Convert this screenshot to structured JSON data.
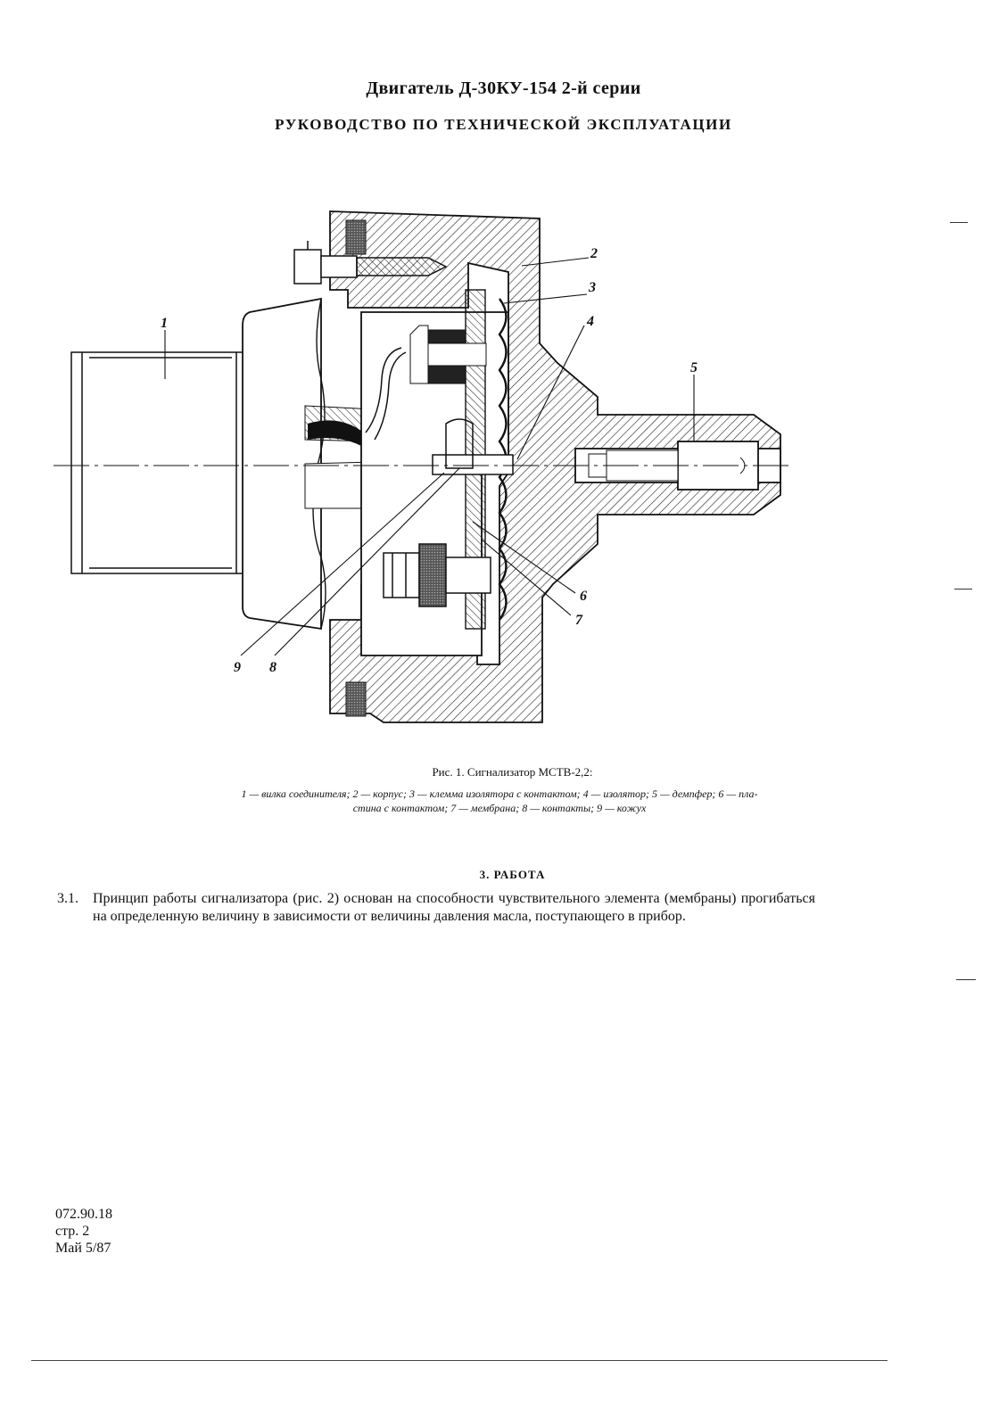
{
  "header": {
    "title": "Двигатель Д-30КУ-154 2-й серии",
    "subtitle": "РУКОВОДСТВО ПО ТЕХНИЧЕСКОЙ ЭКСПЛУАТАЦИИ"
  },
  "figure": {
    "callouts": [
      "1",
      "2",
      "3",
      "4",
      "5",
      "6",
      "7",
      "8",
      "9"
    ],
    "caption": "Рис. 1. Сигнализатор МСТВ-2,2:",
    "legend": [
      {
        "num": "1",
        "text": "вилка соединителя"
      },
      {
        "num": "2",
        "text": "корпус"
      },
      {
        "num": "3",
        "text": "клемма изолятора с контактом"
      },
      {
        "num": "4",
        "text": "изолятор"
      },
      {
        "num": "5",
        "text": "демпфер"
      },
      {
        "num": "6",
        "text": "пластина с контактом"
      },
      {
        "num": "7",
        "text": "мембрана"
      },
      {
        "num": "8",
        "text": "контакты"
      },
      {
        "num": "9",
        "text": "кожух"
      }
    ],
    "legend_line1": "1 — вилка соединителя; 2 — корпус; 3 — клемма изолятора с контактом; 4 — изолятор; 5 — демпфер; 6 — пла-",
    "legend_line2": "стина с контактом; 7 — мембрана; 8 — контакты; 9 — кожух"
  },
  "section": {
    "heading": "3. РАБОТА",
    "paragraph_number": "3.1.",
    "paragraph_text": "Принцип работы сигнализатора (рис. 2) основан на способности чувствительного элемента (мембраны) прогибаться на определенную величину в зависимости от величины давления масла, поступающего в прибор."
  },
  "footer": {
    "doc_number": "072.90.18",
    "page": "стр. 2",
    "date": "Май 5/87"
  }
}
